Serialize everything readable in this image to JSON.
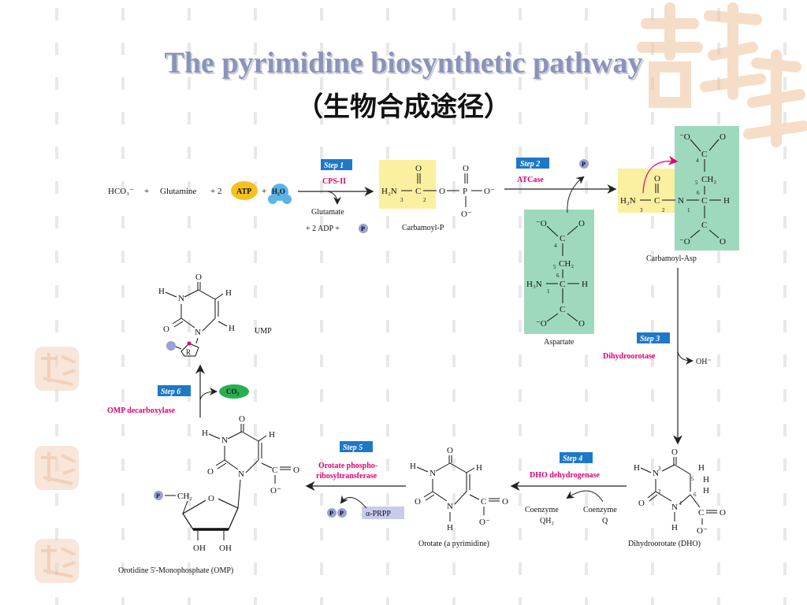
{
  "title": "The pyrimidine biosynthetic pathway",
  "subtitle": "（生物合成途径）",
  "colors": {
    "step_box": "#1e78c8",
    "enzyme": "#e0006e",
    "yellow": "#fbefa0",
    "green": "#9fd9bd",
    "atp": "#f4c21e",
    "co2": "#28b050",
    "phosphate": "#9aa0d8"
  },
  "steps": [
    {
      "label": "Step 1",
      "enzyme": "CPS-II"
    },
    {
      "label": "Step 2",
      "enzyme": "ATCase"
    },
    {
      "label": "Step 3",
      "enzyme": "Dihydroorotase"
    },
    {
      "label": "Step 4",
      "enzyme": "DHO dehydrogenase"
    },
    {
      "label": "Step 5",
      "enzyme_line1": "Orotate phospho-",
      "enzyme_line2": "ribosyltransferase"
    },
    {
      "label": "Step 6",
      "enzyme": "OMP decarboxylase"
    }
  ],
  "reactants": {
    "hco3": "HCO₃⁻",
    "plus": "+",
    "glutamine": "Glutamine",
    "two": "+ 2",
    "atp": "ATP",
    "h2o": "H₂O",
    "glutamate": "Glutamate",
    "adp": "+ 2 ADP +",
    "p": "P",
    "oh": "OH⁻",
    "co2": "CO₂",
    "prpp": "α-PRPP",
    "coq": "Coenzyme",
    "coq2": "Q",
    "coqh": "Coenzyme",
    "coqh2": "QH₂"
  },
  "molecules": {
    "carbamoyl_p": "Carbamoyl-P",
    "aspartate": "Aspartate",
    "carbamoyl_asp": "Carbamoyl-Asp",
    "dho": "Dihydroorotate (DHO)",
    "orotate": "Orotate (a pyrimidine)",
    "omp": "Orotidine 5'-Monophosphate (OMP)",
    "ump": "UMP"
  },
  "atoms": {
    "O": "O",
    "Om": "O⁻",
    "mO": "⁻O",
    "C": "C",
    "N": "N",
    "H": "H",
    "P": "P",
    "H2N": "H₂N",
    "H3N": "H₃N",
    "CH2": "CH₂",
    "CH2O": "CH₂",
    "OH": "OH",
    "R": "R",
    "n1": "1",
    "n2": "2",
    "n3": "3",
    "n4": "4",
    "n5": "5",
    "n6": "6"
  }
}
